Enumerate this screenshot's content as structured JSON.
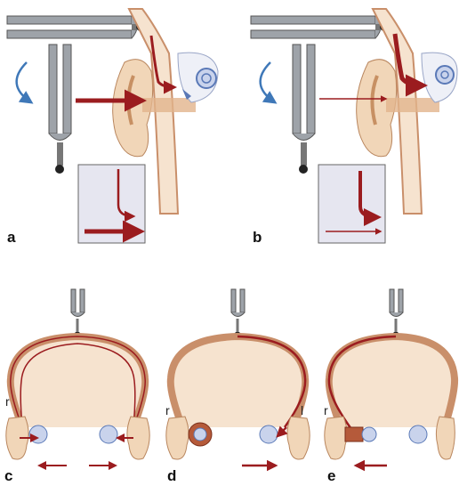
{
  "panels": {
    "a": {
      "label": "a"
    },
    "b": {
      "label": "b"
    },
    "c": {
      "label": "c",
      "left_side": "r",
      "right_side": ""
    },
    "d": {
      "label": "d",
      "left_side": "r",
      "right_side": "l"
    },
    "e": {
      "label": "e",
      "left_side": "r",
      "right_side": ""
    }
  },
  "colors": {
    "conduction_arrow": "#9b1c1f",
    "rotation_arrow": "#3f78b8",
    "skin": "#f1d6b8",
    "skin_shadow": "#d9ab7c",
    "bone_outline": "#c98f6a",
    "inset_bg": "#e6e6f0",
    "fork_metal": "#8a8f96",
    "cochlea": "#5a79b7"
  }
}
